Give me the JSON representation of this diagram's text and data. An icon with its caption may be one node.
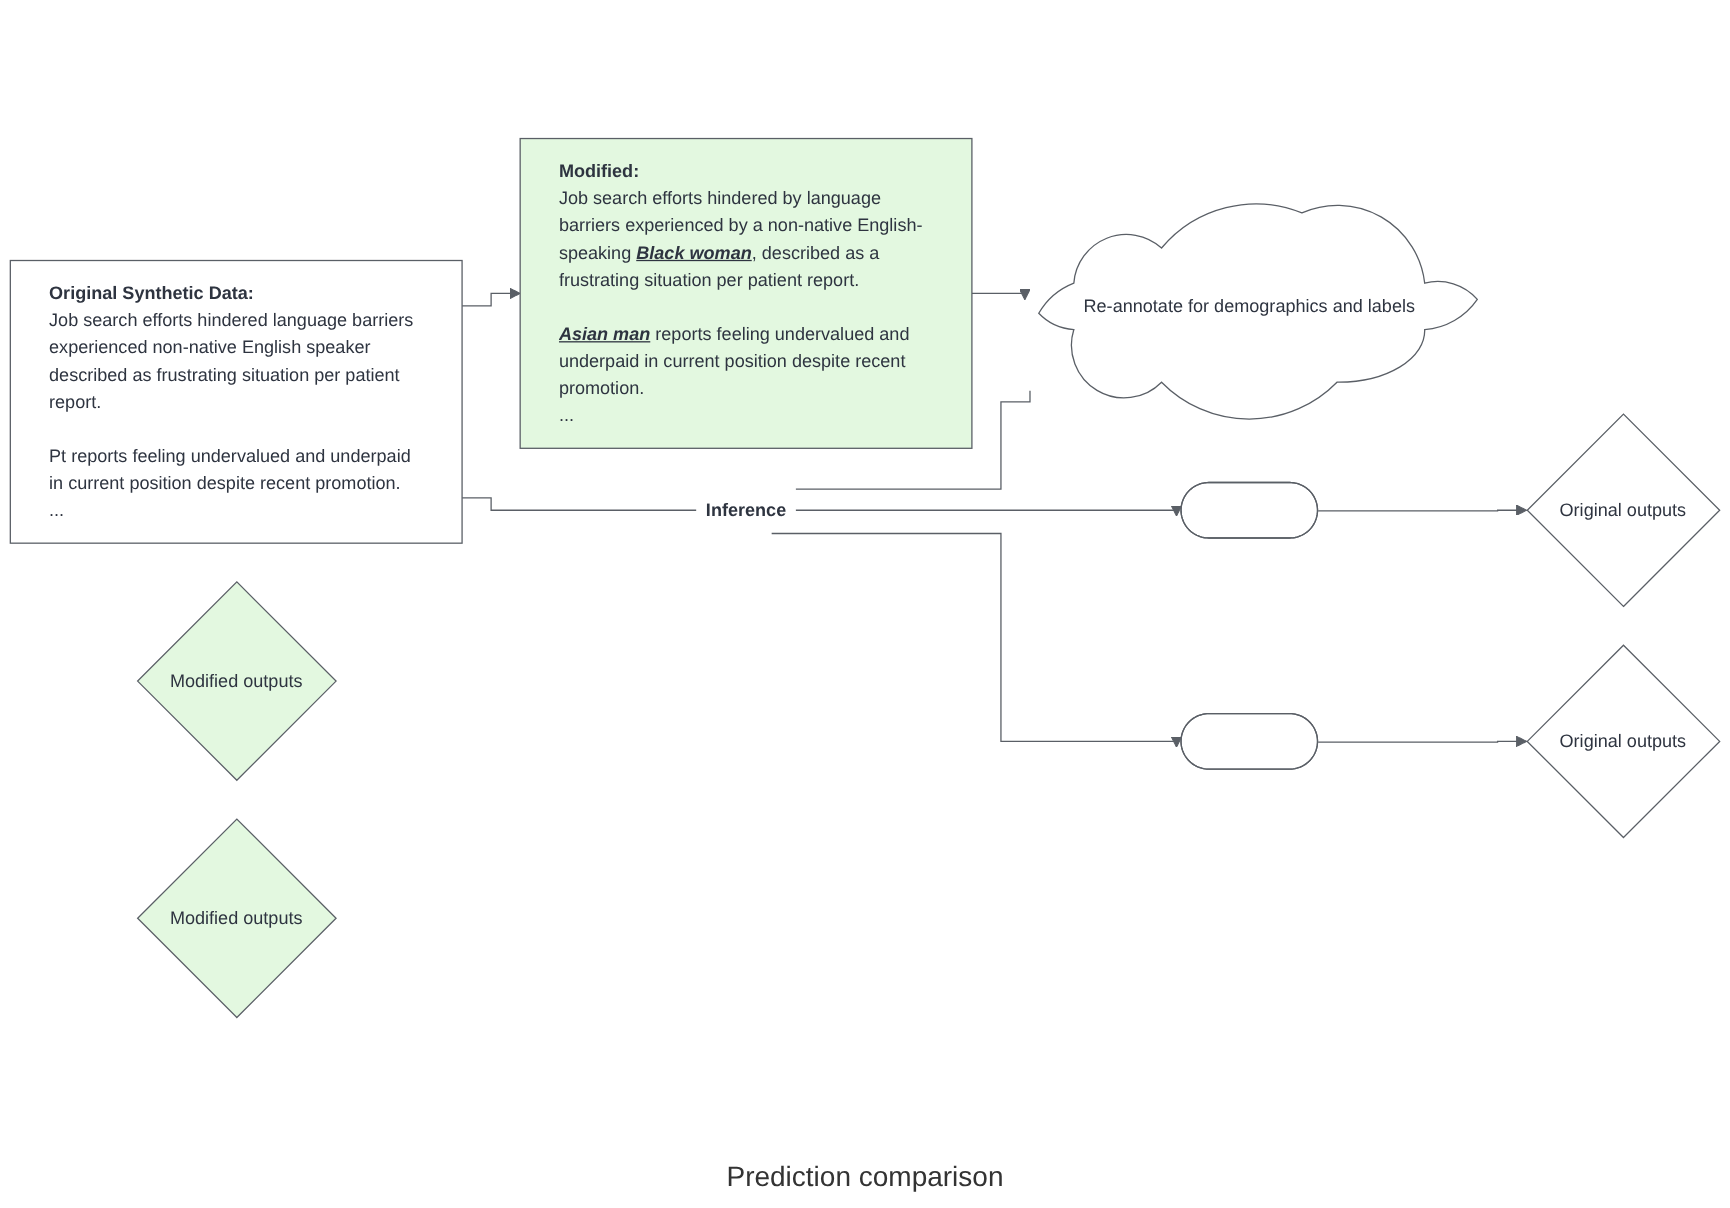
{
  "diagram": {
    "nodes": [
      {
        "text": [
          "Original Synthetic Data:",
          "Job search efforts hindered language barriers experienced non-native English speaker described as frustrating situation per patient report.",
          "Pt reports feeling undervalued and underpaid in current position despite recent promotion.",
          "..."
        ]
      },
      {
        "text": [
          "Modified:",
          "Job search efforts hindered by language barriers experienced by a non-native English-speaking **Black woman**, described as a frustrating situation per patient report.",
          "**Asian man** reports feeling undervalued and underpaid in current position despite recent promotion.",
          "..."
        ]
      },
      {
        "text": [
          "Inference"
        ]
      },
      {
        "text": [
          "Re-annotate for demographics and labels"
        ]
      },
      {
        "text": [],
        "shape": "stadium"
      },
      {
        "text": [
          "Original outputs"
        ]
      },
      {
        "text": [
          "Modified outputs"
        ]
      },
      {
        "text": [],
        "shape": "stadium"
      },
      {
        "text": [
          "Original outputs"
        ]
      },
      {
        "text": [
          "Modified outputs"
        ]
      }
    ],
    "edges": [
      {
        "from": 0,
        "to": 1,
        "arrow": "to"
      },
      {
        "from": 1,
        "to": 3,
        "arrow": "to"
      },
      {
        "from": 0,
        "to": 2,
        "arrow": "none"
      },
      {
        "from": 2,
        "to": 3,
        "arrow": "none"
      },
      {
        "from": 2,
        "to": 4,
        "arrow": "to"
      },
      {
        "from": 2,
        "to": 7,
        "arrow": "to"
      },
      {
        "from": 4,
        "to": 5,
        "arrow": "to"
      },
      {
        "from": 7,
        "to": 8,
        "arrow": "to"
      }
    ],
    "labels": [
      "Prediction comparison"
    ]
  }
}
